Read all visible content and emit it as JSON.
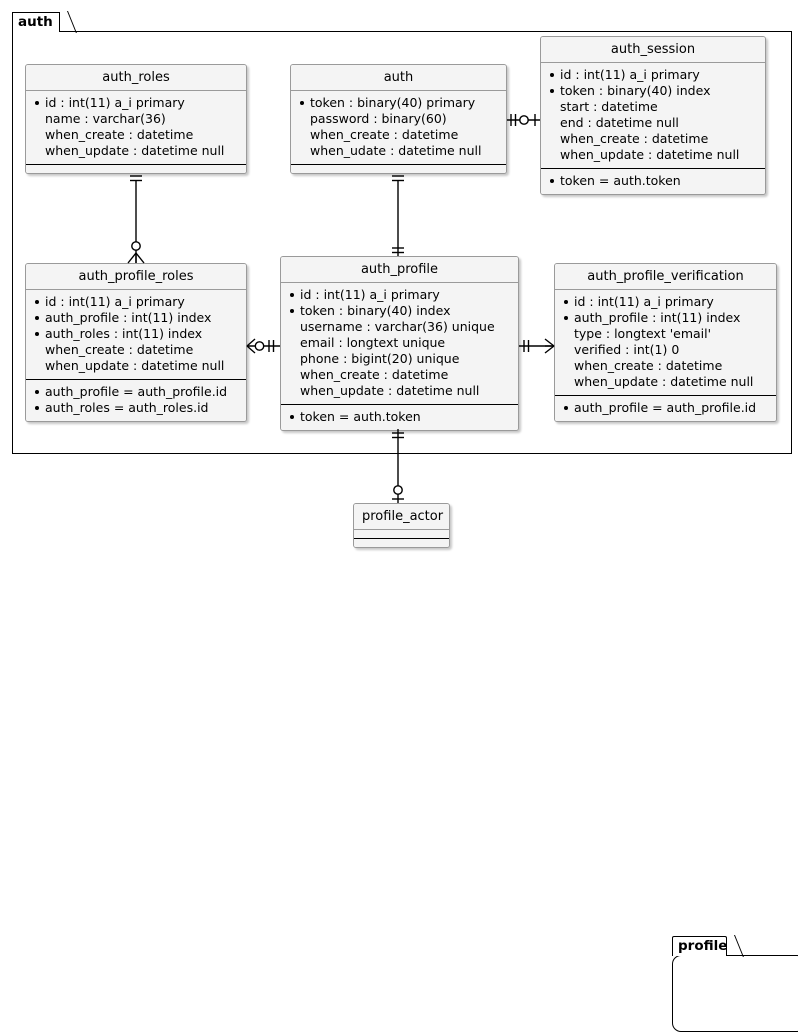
{
  "packages": [
    {
      "id": "auth",
      "label": "auth"
    },
    {
      "id": "profile",
      "label": "profile"
    }
  ],
  "entities": {
    "auth_roles": {
      "title": "auth_roles",
      "compartments": [
        [
          {
            "text": "id : int(11) a_i primary",
            "key": true
          },
          {
            "text": "name : varchar(36)",
            "key": false
          },
          {
            "text": "when_create : datetime",
            "key": false
          },
          {
            "text": "when_update : datetime null",
            "key": false
          }
        ],
        []
      ]
    },
    "auth": {
      "title": "auth",
      "compartments": [
        [
          {
            "text": "token : binary(40) primary",
            "key": true
          },
          {
            "text": "password : binary(60)",
            "key": false
          },
          {
            "text": "when_create : datetime",
            "key": false
          },
          {
            "text": "when_udate : datetime null",
            "key": false
          }
        ],
        []
      ]
    },
    "auth_session": {
      "title": "auth_session",
      "compartments": [
        [
          {
            "text": "id : int(11) a_i primary",
            "key": true
          },
          {
            "text": "token : binary(40) index",
            "key": true
          },
          {
            "text": "start : datetime",
            "key": false
          },
          {
            "text": "end : datetime null",
            "key": false
          },
          {
            "text": "when_create : datetime",
            "key": false
          },
          {
            "text": "when_update : datetime null",
            "key": false
          }
        ],
        [
          {
            "text": "token = auth.token",
            "key": true
          }
        ]
      ]
    },
    "auth_profile_roles": {
      "title": "auth_profile_roles",
      "compartments": [
        [
          {
            "text": "id : int(11) a_i primary",
            "key": true
          },
          {
            "text": "auth_profile : int(11) index",
            "key": true
          },
          {
            "text": "auth_roles : int(11) index",
            "key": true
          },
          {
            "text": "when_create : datetime",
            "key": false
          },
          {
            "text": "when_update : datetime null",
            "key": false
          }
        ],
        [
          {
            "text": "auth_profile = auth_profile.id",
            "key": true
          },
          {
            "text": "auth_roles = auth_roles.id",
            "key": true
          }
        ]
      ]
    },
    "auth_profile": {
      "title": "auth_profile",
      "compartments": [
        [
          {
            "text": "id : int(11) a_i primary",
            "key": true
          },
          {
            "text": "token : binary(40) index",
            "key": true
          },
          {
            "text": "username : varchar(36) unique",
            "key": false
          },
          {
            "text": "email : longtext unique",
            "key": false
          },
          {
            "text": "phone : bigint(20) unique",
            "key": false
          },
          {
            "text": "when_create : datetime",
            "key": false
          },
          {
            "text": "when_update : datetime null",
            "key": false
          }
        ],
        [
          {
            "text": "token = auth.token",
            "key": true
          }
        ]
      ]
    },
    "auth_profile_verification": {
      "title": "auth_profile_verification",
      "compartments": [
        [
          {
            "text": "id : int(11) a_i primary",
            "key": true
          },
          {
            "text": "auth_profile : int(11) index",
            "key": true
          },
          {
            "text": "type : longtext 'email'",
            "key": false
          },
          {
            "text": "verified : int(1) 0",
            "key": false
          },
          {
            "text": "when_create : datetime",
            "key": false
          },
          {
            "text": "when_update : datetime null",
            "key": false
          }
        ],
        [
          {
            "text": "auth_profile = auth_profile.id",
            "key": true
          }
        ]
      ]
    },
    "profile_actor": {
      "title": "profile_actor",
      "compartments": [
        [],
        []
      ]
    }
  },
  "relationships": [
    {
      "from": "auth",
      "to": "auth_session",
      "from_card": "one-mandatory",
      "to_card": "zero-or-one"
    },
    {
      "from": "auth_roles",
      "to": "auth_profile_roles",
      "from_card": "one-mandatory",
      "to_card": "zero-or-many"
    },
    {
      "from": "auth",
      "to": "auth_profile",
      "from_card": "one-mandatory",
      "to_card": "one-mandatory"
    },
    {
      "from": "auth_profile_roles",
      "to": "auth_profile",
      "from_card": "zero-or-many",
      "to_card": "one-mandatory"
    },
    {
      "from": "auth_profile",
      "to": "auth_profile_verification",
      "from_card": "one-mandatory",
      "to_card": "zero-or-many"
    },
    {
      "from": "auth_profile",
      "to": "profile_actor",
      "from_card": "one-mandatory",
      "to_card": "zero-or-one"
    }
  ],
  "colors": {
    "entity_fill": "#f4f4f4",
    "entity_border": "#9a9a9a",
    "package_border": "#000000",
    "canvas": "#ffffff",
    "text": "#000000"
  }
}
